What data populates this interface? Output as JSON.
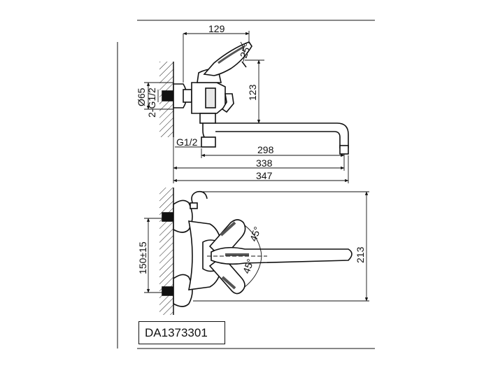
{
  "diagram": {
    "model_code": "DA1373301",
    "top_view": {
      "dim_129": "129",
      "dim_25deg": "25°",
      "dim_123": "123",
      "dim_phi65": "Ø65",
      "dim_2g12": "2-G1/2",
      "dim_g12": "G1/2",
      "dim_298": "298",
      "dim_338": "338",
      "dim_347": "347"
    },
    "front_view": {
      "dim_150": "150±15",
      "dim_45_top": "45°",
      "dim_45_bottom": "45°",
      "dim_213": "213"
    }
  }
}
